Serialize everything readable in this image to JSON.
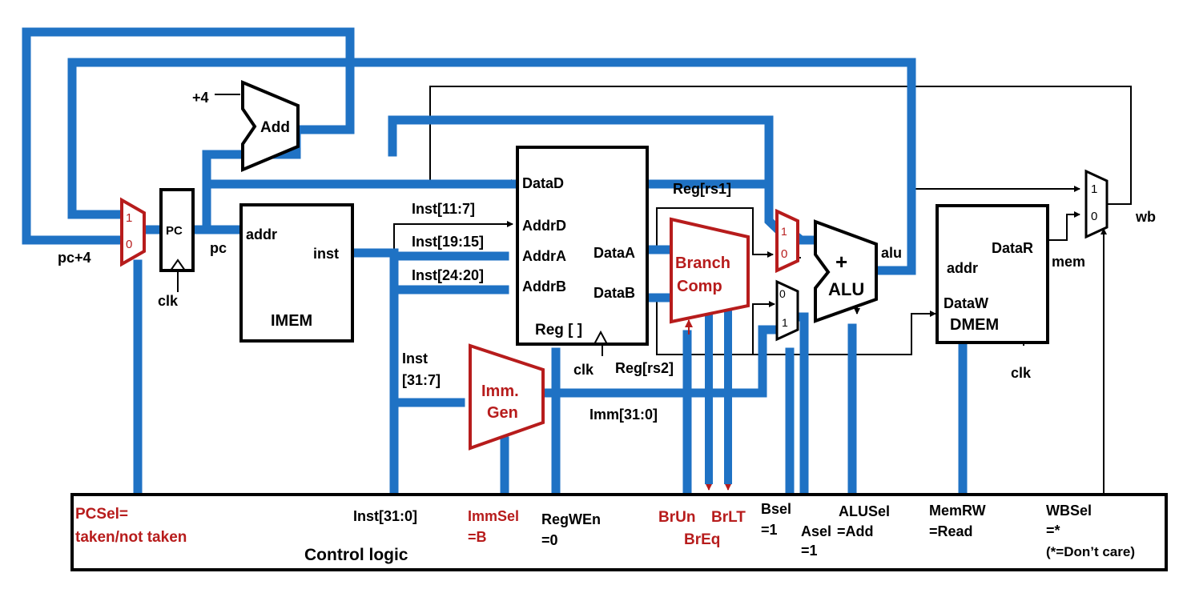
{
  "blocks": {
    "pc": "PC",
    "add": "Add",
    "imem": "IMEM",
    "reg": "Reg [ ]",
    "branch_comp_1": "Branch",
    "branch_comp_2": "Comp",
    "imm_gen_1": "Imm.",
    "imm_gen_2": "Gen",
    "alu_plus": "+",
    "alu": "ALU",
    "dmem": "DMEM",
    "control_logic": "Control logic"
  },
  "ports": {
    "plus4": "+4",
    "addr_imem": "addr",
    "inst": "inst",
    "data_d": "DataD",
    "addr_d": "AddrD",
    "addr_a": "AddrA",
    "addr_b": "AddrB",
    "data_a": "DataA",
    "data_b": "DataB",
    "addr_dmem": "addr",
    "data_r": "DataR",
    "data_w": "DataW",
    "clk_pc": "clk",
    "clk_reg": "clk",
    "clk_dmem": "clk"
  },
  "signals": {
    "pc_plus4": "pc+4",
    "pc": "pc",
    "inst_11_7": "Inst[11:7]",
    "inst_19_15": "Inst[19:15]",
    "inst_24_20": "Inst[24:20]",
    "inst_31_7_a": "Inst",
    "inst_31_7_b": "[31:7]",
    "reg_rs1": "Reg[rs1]",
    "reg_rs2": "Reg[rs2]",
    "imm": "Imm[31:0]",
    "alu": "alu",
    "mem": "mem",
    "wb": "wb"
  },
  "mux_labels": {
    "pc_mux_1": "1",
    "pc_mux_0": "0",
    "a_mux_1": "1",
    "a_mux_0": "0",
    "b_mux_0": "0",
    "b_mux_1": "1",
    "wb_mux_1": "1",
    "wb_mux_0": "0"
  },
  "controls": {
    "pcsel_1": "PCSel=",
    "pcsel_2": "taken/not taken",
    "inst_all": "Inst[31:0]",
    "immsel_1": "ImmSel",
    "immsel_2": "=B",
    "regwen_1": "RegWEn",
    "regwen_2": "=0",
    "brun": "BrUn",
    "brlt": "BrLT",
    "breq": "BrEq",
    "bsel_1": "Bsel",
    "bsel_2": "=1",
    "asel_1": "Asel",
    "asel_2": "=1",
    "alusel_1": "ALUSel",
    "alusel_2": "=Add",
    "memrw_1": "MemRW",
    "memrw_2": "=Read",
    "wbsel_1": "WBSel",
    "wbsel_2": "=*",
    "wbsel_3": "(*=Don’t care)"
  },
  "colors": {
    "active_path": "#1f72c4",
    "control_highlight": "#b71c1c"
  }
}
